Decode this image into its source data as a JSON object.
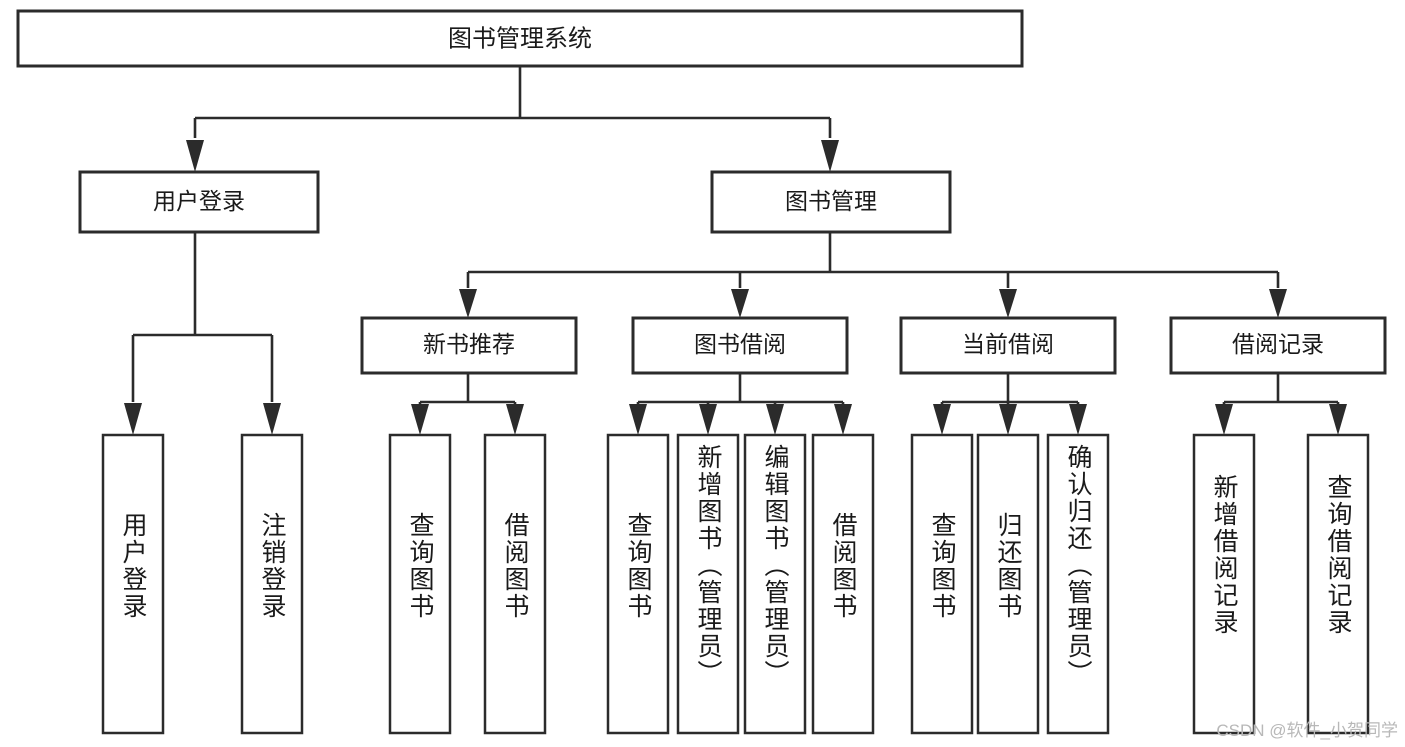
{
  "diagram": {
    "type": "tree-hierarchy-flowchart",
    "title_text": "图书管理系统",
    "levels": {
      "root": {
        "label": "图书管理系统"
      },
      "level2": [
        {
          "id": "user-login",
          "label": "用户登录"
        },
        {
          "id": "book-management",
          "label": "图书管理"
        }
      ],
      "level3": [
        {
          "id": "new-book-recommend",
          "label": "新书推荐"
        },
        {
          "id": "book-borrow",
          "label": "图书借阅"
        },
        {
          "id": "current-borrow",
          "label": "当前借阅"
        },
        {
          "id": "borrow-record",
          "label": "借阅记录"
        }
      ],
      "leaves": {
        "user_login_children": [
          {
            "id": "leaf-user-login",
            "label": "用户登录"
          },
          {
            "id": "leaf-logout-login",
            "label": "注销登录"
          }
        ],
        "new_book_recommend_children": [
          {
            "id": "leaf-query-book-1",
            "label": "查询图书"
          },
          {
            "id": "leaf-borrow-book-1",
            "label": "借阅图书"
          }
        ],
        "book_borrow_children": [
          {
            "id": "leaf-query-book-2",
            "label": "查询图书"
          },
          {
            "id": "leaf-add-book",
            "label": "新增图书（管理员）"
          },
          {
            "id": "leaf-edit-book",
            "label": "编辑图书（管理员）"
          },
          {
            "id": "leaf-borrow-book-2",
            "label": "借阅图书"
          }
        ],
        "current_borrow_children": [
          {
            "id": "leaf-query-book-3",
            "label": "查询图书"
          },
          {
            "id": "leaf-return-book",
            "label": "归还图书"
          },
          {
            "id": "leaf-confirm-return",
            "label": "确认归还（管理员）"
          }
        ],
        "borrow_record_children": [
          {
            "id": "leaf-add-borrow-record",
            "label": "新增借阅记录"
          },
          {
            "id": "leaf-query-borrow-record",
            "label": "查询借阅记录"
          }
        ]
      }
    }
  },
  "watermark": {
    "text": "CSDN @软件_小贺同学"
  },
  "colors": {
    "stroke": "#2b2b2b",
    "fill": "#ffffff",
    "text": "#1a1a1a",
    "watermark": "#b8b8b8"
  }
}
